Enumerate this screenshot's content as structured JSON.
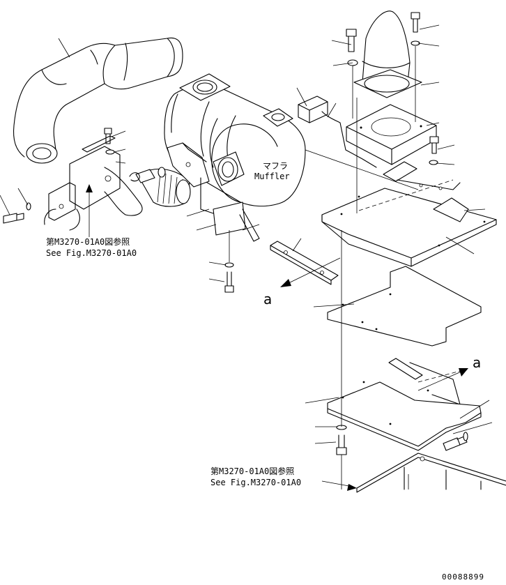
{
  "muffler": {
    "label_ja": "マフラ",
    "label_en": "Muffler"
  },
  "ref_upper": {
    "line_ja": "第M3270-01A0図参照",
    "line_en": "See Fig.M3270-01A0"
  },
  "ref_lower": {
    "line_ja": "第M3270-01A0図参照",
    "line_en": "See Fig.M3270-01A0"
  },
  "view_markers": {
    "left": "a",
    "right": "a"
  },
  "drawing_id": "00088899"
}
